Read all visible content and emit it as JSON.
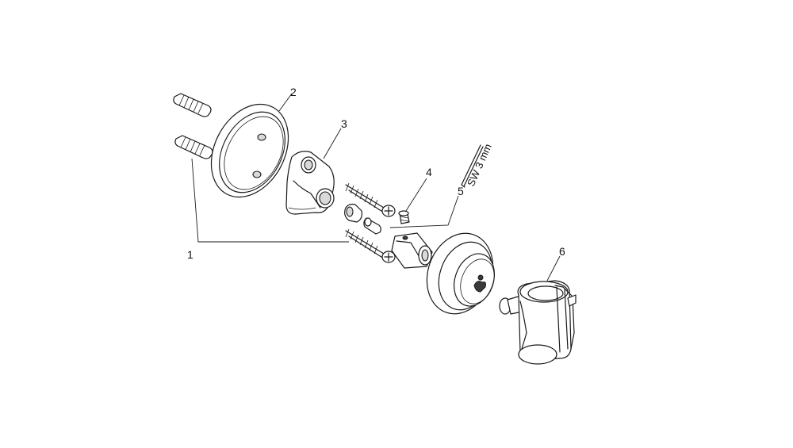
{
  "callouts": [
    {
      "id": "1",
      "label": "1"
    },
    {
      "id": "2",
      "label": "2"
    },
    {
      "id": "3",
      "label": "3"
    },
    {
      "id": "4",
      "label": "4"
    },
    {
      "id": "5",
      "label": "5"
    },
    {
      "id": "6",
      "label": "6"
    }
  ],
  "tool_label": "SW 3 mm"
}
